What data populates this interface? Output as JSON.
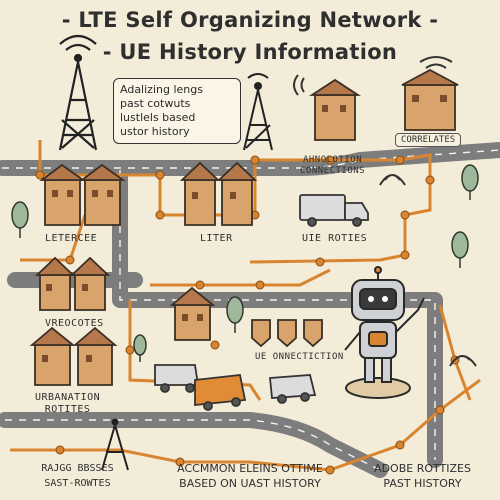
{
  "title": {
    "line1": "- LTE Self Organizing Network -",
    "line2": "- UE History Information"
  },
  "note": {
    "lines": [
      "Adalizing lengs",
      "past cotwuts",
      "lustlels based",
      "ustor history"
    ]
  },
  "labels": {
    "corresponding": "CORRELATES",
    "connection_top": [
      "AHNOLOTION",
      "CONNECTIONS"
    ],
    "letercee": "LETERCEE",
    "liter": "LITER",
    "ue_roties": "UIE ROTIES",
    "vreocotes": "VREOCOTES",
    "ue_connection": "UE ONNECTICTION",
    "urbanation": [
      "URBANATION",
      "ROTITES"
    ]
  },
  "bottom": {
    "left": [
      "RAJGG BBSSES",
      "SAST-ROWTES"
    ],
    "middle": [
      "ACCMMON ELEINS OTTIME",
      "BASED ON UAST HISTORY"
    ],
    "right": [
      "ADOBE ROTTIZES",
      "PAST HISTORY"
    ]
  },
  "colors": {
    "background": "#f3ecd9",
    "road": "#8a8a8a",
    "route": "#d9852f",
    "house": "#d9a46b",
    "ink": "#2f2f2f"
  }
}
